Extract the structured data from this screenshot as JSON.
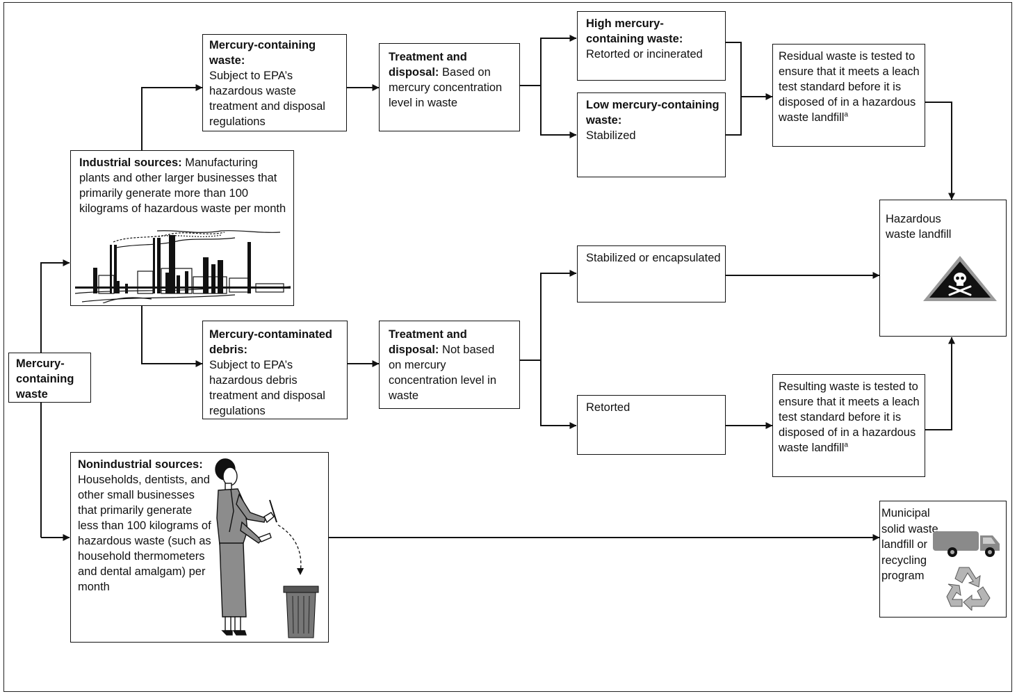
{
  "start": {
    "label": "Mercury-containing waste"
  },
  "industrial": {
    "title": "Industrial sources:",
    "text": "Manufacturing plants and other larger businesses that primarily generate more than 100 kilograms of hazardous waste per month"
  },
  "nonindustrial": {
    "title": "Nonindustrial sources:",
    "text": "Households, dentists, and other small businesses that primarily generate less than 100 kilograms of hazardous waste (such as household thermometers and dental amalgam) per month"
  },
  "mc_waste": {
    "title": "Mercury-containing waste:",
    "text": "Subject to EPA’s hazardous waste treatment and disposal regulations"
  },
  "mc_debris": {
    "title": "Mercury-contaminated debris:",
    "text": "Subject to EPA’s hazardous debris treatment and disposal regulations"
  },
  "td_based": {
    "title": "Treatment and disposal:",
    "text": "Based on mercury concentration level in waste"
  },
  "td_notbased": {
    "title": "Treatment and disposal:",
    "text": "Not based on mercury concentration level in waste"
  },
  "high": {
    "title": "High mercury-containing waste:",
    "text": "Retorted or incinerated"
  },
  "low": {
    "title": "Low mercury-containing waste:",
    "text": "Stabilized"
  },
  "residual": {
    "text": "Residual waste is tested to ensure that it meets a leach test standard before it is disposed of in a hazardous waste landfill",
    "sup": "a"
  },
  "stabilized": {
    "text": "Stabilized or encapsulated"
  },
  "retorted": {
    "text": "Retorted"
  },
  "resulting": {
    "text": "Resulting waste is tested to ensure that it meets a leach test standard before it is disposed of in a hazardous waste landfill",
    "sup": "a"
  },
  "hazardous_landfill": {
    "text": "Hazardous waste landfill"
  },
  "municipal": {
    "text": "Municipal solid waste landfill or recycling program"
  }
}
